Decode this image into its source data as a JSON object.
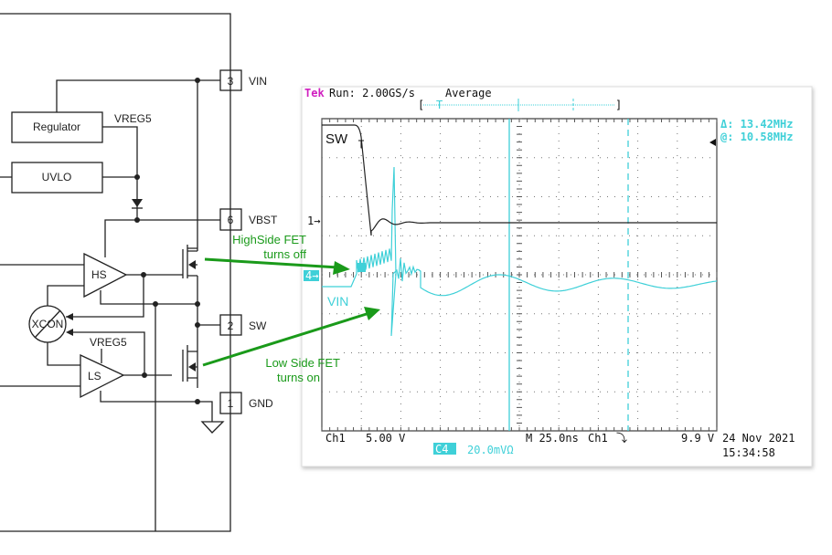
{
  "schematic": {
    "pins": [
      {
        "num": "3",
        "name": "VIN"
      },
      {
        "num": "6",
        "name": "VBST"
      },
      {
        "num": "2",
        "name": "SW"
      },
      {
        "num": "1",
        "name": "GND"
      }
    ],
    "blocks": {
      "regulator": "Regulator",
      "uvlo": "UVLO",
      "xcon": "XCON",
      "hs": "HS",
      "ls": "LS"
    },
    "vreg5_top": "VREG5",
    "vreg5_bottom": "VREG5"
  },
  "annotations": {
    "hs_line1": "HighSide FET",
    "hs_line2": "turns off",
    "ls_line1": "Low Side FET",
    "ls_line2": "turns on",
    "color": "#1a9a1a"
  },
  "scope": {
    "brand": "Tek",
    "run": "Run: 2.00GS/s",
    "mode": "Average",
    "trigger_marker": "T",
    "cursor_delta": "Δ: 13.42MHz",
    "cursor_at": "@: 10.58MHz",
    "ch1_label": "SW",
    "ch4_label": "VIN",
    "ch1_marker": "1→",
    "ch4_marker": "4→",
    "ch1_scale_name": "Ch1",
    "ch1_scale": "5.00 V",
    "timebase": "M 25.0ns",
    "trigger_source": "Ch1",
    "trigger_slope": "⤵",
    "trigger_level": "9.9 V",
    "ch4_name": "C4",
    "ch4_scale": "20.0mVΩ",
    "date": "24 Nov 2021",
    "time": "15:34:58",
    "colors": {
      "ch1": "#222222",
      "ch4": "#3fd0d8",
      "brand": "#d020c0"
    }
  }
}
